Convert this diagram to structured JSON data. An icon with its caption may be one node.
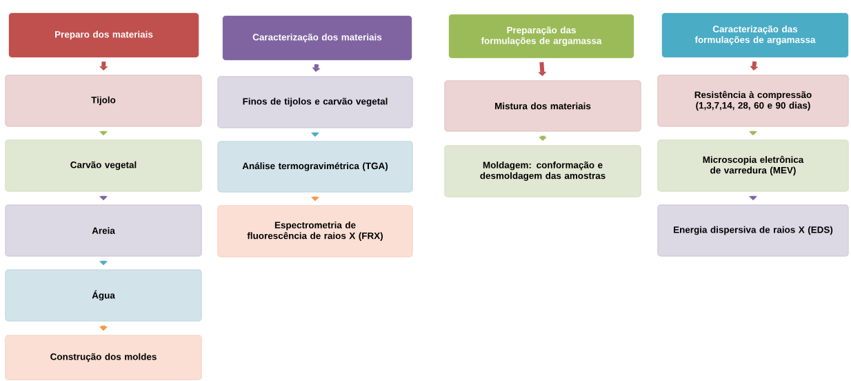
{
  "diagram": {
    "nodes": [
      {
        "text": [
          "Preparo dos materiais"
        ]
      },
      {
        "text": [
          "Tijolo"
        ]
      },
      {
        "text": [
          "Carvão vegetal"
        ]
      },
      {
        "text": [
          "Areia"
        ]
      },
      {
        "text": [
          "Água"
        ]
      },
      {
        "text": [
          "Construção dos moldes"
        ]
      },
      {
        "text": [
          "Caracterização dos materiais"
        ]
      },
      {
        "text": [
          "Finos de tijolos e carvão vegetal"
        ]
      },
      {
        "text": [
          "Análise termogravimétrica (TGA)"
        ]
      },
      {
        "text": [
          "Espectrometria de fluorescência de raios X (FRX)"
        ]
      },
      {
        "text": [
          "Preparação das formulações de argamassa"
        ]
      },
      {
        "text": [
          "Mistura dos materiais"
        ]
      },
      {
        "text": [
          "Moldagem: conformação e desmoldagem das amostras"
        ]
      },
      {
        "text": [
          "Caracterização das formulações de argamassa"
        ]
      },
      {
        "text": [
          "Resistência à compressão (1,3,7,14, 28, 60 e 90 dias)"
        ]
      },
      {
        "text": [
          "Microscopia eletrônica de varredura (MEV)"
        ]
      },
      {
        "text": [
          "Energia dispersiva de raios X (EDS)"
        ]
      }
    ],
    "edges": [
      {
        "from": 0,
        "to": 1,
        "arrow": "to",
        "color": "#c0504d"
      },
      {
        "from": 1,
        "to": 2,
        "arrow": "to",
        "color": "#9bbb59"
      },
      {
        "from": 2,
        "to": 3,
        "arrow": "to",
        "color": "#8064a2"
      },
      {
        "from": 3,
        "to": 4,
        "arrow": "to",
        "color": "#4bacc6"
      },
      {
        "from": 4,
        "to": 5,
        "arrow": "to",
        "color": "#f79646"
      },
      {
        "from": 6,
        "to": 7,
        "arrow": "to",
        "color": "#8064a2"
      },
      {
        "from": 7,
        "to": 8,
        "arrow": "to",
        "color": "#4bacc6"
      },
      {
        "from": 8,
        "to": 9,
        "arrow": "to",
        "color": "#f79646"
      },
      {
        "from": 10,
        "to": 11,
        "arrow": "to",
        "color": "#c0504d"
      },
      {
        "from": 11,
        "to": 12,
        "arrow": "to",
        "color": "#9bbb59"
      },
      {
        "from": 13,
        "to": 14,
        "arrow": "to",
        "color": "#c0504d"
      },
      {
        "from": 14,
        "to": 15,
        "arrow": "to",
        "color": "#9bbb59"
      },
      {
        "from": 15,
        "to": 16,
        "arrow": "to",
        "color": "#8064a2"
      }
    ]
  }
}
